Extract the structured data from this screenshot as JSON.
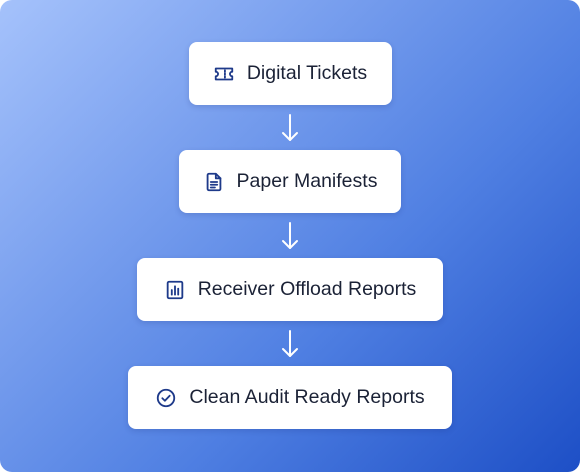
{
  "flow": {
    "steps": [
      {
        "label": "Digital Tickets",
        "icon": "ticket-icon"
      },
      {
        "label": "Paper Manifests",
        "icon": "document-icon"
      },
      {
        "label": "Receiver Offload Reports",
        "icon": "bar-chart-icon"
      },
      {
        "label": "Clean Audit Ready Reports",
        "icon": "check-circle-icon"
      }
    ]
  },
  "colors": {
    "icon": "#1e3a8a",
    "arrow": "#ffffff",
    "gradient_start": "#a5c2fb",
    "gradient_end": "#1d4fc6"
  }
}
